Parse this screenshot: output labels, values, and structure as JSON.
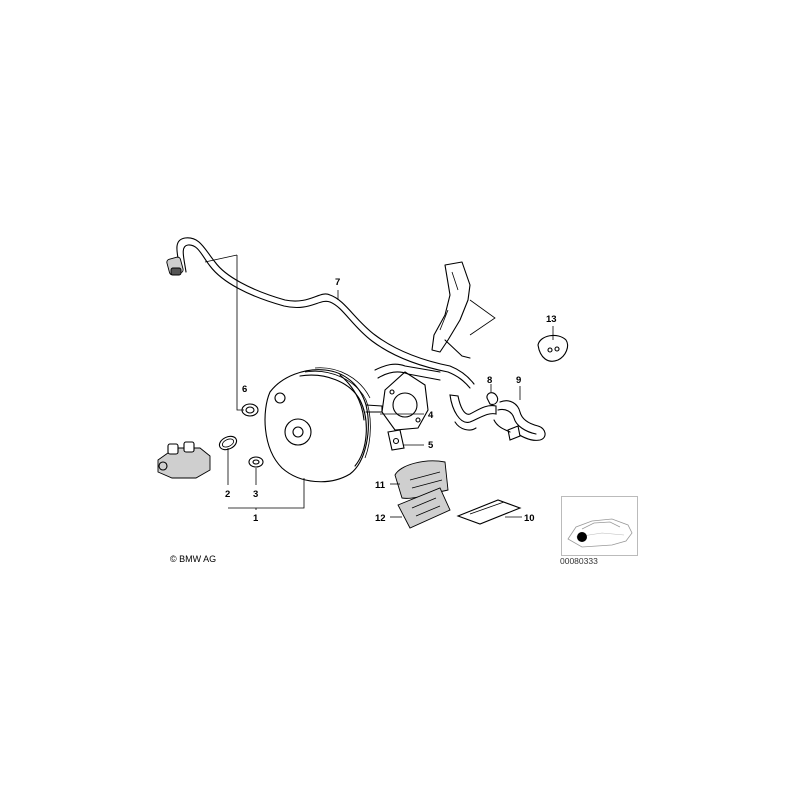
{
  "diagram": {
    "callouts": [
      "1",
      "2",
      "3",
      "4",
      "5",
      "6",
      "7",
      "8",
      "9",
      "10",
      "11",
      "12",
      "13"
    ],
    "copyright": "© BMW AG",
    "diagram_id": "00080333"
  }
}
